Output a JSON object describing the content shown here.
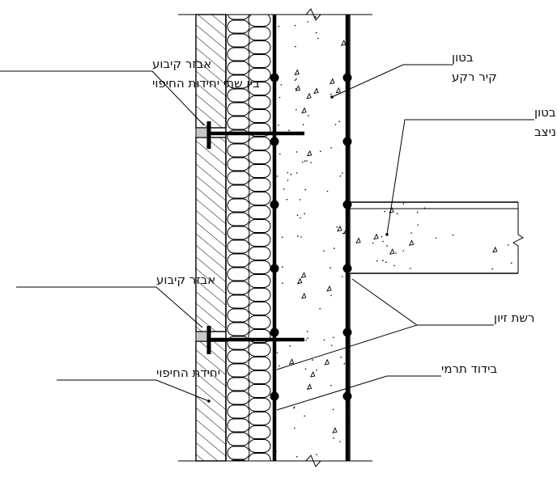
{
  "labels": {
    "fixing_between_units_line1": "אבזר קיבוע",
    "fixing_between_units_line2": "בין שתי יחידות החיפוי",
    "concrete_back_wall_line1": "בטון",
    "concrete_back_wall_line2": "קיר רקע",
    "concrete_slab_line1": "בטון",
    "concrete_slab_line2": "תקרה או קיר ניצב",
    "fixing_accessory": "אבזר קיבוע",
    "reinforcement_mesh": "רשת זיון",
    "cladding_unit": "יחידת החיפוי",
    "thermal_insulation": "בידוד תרמי"
  },
  "colors": {
    "ink": "#000000",
    "paper": "#ffffff",
    "joint_fill": "#c8c8c8"
  }
}
